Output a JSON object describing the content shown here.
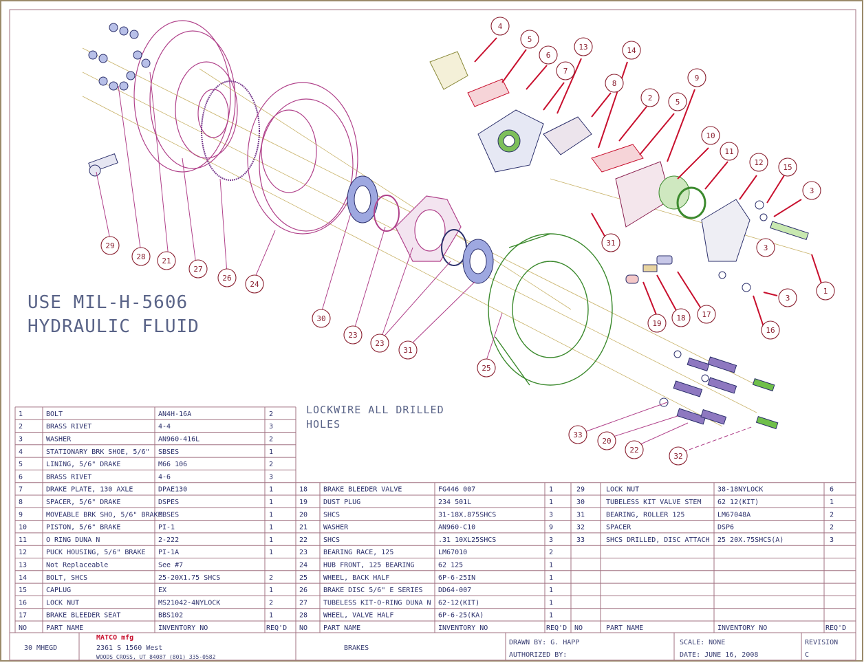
{
  "notes": {
    "line1": "USE MIL-H-5606",
    "line2": "HYDRAULIC FLUID",
    "lockwire1": "LOCKWIRE ALL DRILLED",
    "lockwire2": "HOLES"
  },
  "callouts": [
    "1",
    "2",
    "3",
    "3",
    "3",
    "4",
    "5",
    "5",
    "6",
    "7",
    "8",
    "9",
    "10",
    "11",
    "12",
    "13",
    "14",
    "15",
    "16",
    "17",
    "18",
    "19",
    "21",
    "23",
    "23",
    "24",
    "25",
    "26",
    "27",
    "28",
    "29",
    "30",
    "31",
    "31",
    "32",
    "33",
    "20",
    "22"
  ],
  "bom_left": [
    {
      "no": "1",
      "name": "BOLT",
      "inv": "AN4H-16A",
      "qty": "2"
    },
    {
      "no": "2",
      "name": "BRASS RIVET",
      "inv": "4-4",
      "qty": "3"
    },
    {
      "no": "3",
      "name": "WASHER",
      "inv": "AN960-416L",
      "qty": "2"
    },
    {
      "no": "4",
      "name": "STATIONARY BRK SHOE, 5/6\"",
      "inv": "SBSES",
      "qty": "1"
    },
    {
      "no": "5",
      "name": "LINING, 5/6\" DRAKE",
      "inv": "M66 106",
      "qty": "2"
    },
    {
      "no": "6",
      "name": "BRASS RIVET",
      "inv": "4-6",
      "qty": "3"
    },
    {
      "no": "7",
      "name": "DRAKE PLATE, 130 AXLE",
      "inv": "DPAE130",
      "qty": "1"
    },
    {
      "no": "8",
      "name": "SPACER, 5/6\" DRAKE",
      "inv": "DSPES",
      "qty": "1"
    },
    {
      "no": "9",
      "name": "MOVEABLE BRK SHO, 5/6\" BRAKE",
      "inv": "MBSES",
      "qty": "1"
    },
    {
      "no": "10",
      "name": "PISTON, 5/6\" BRAKE",
      "inv": "PI-1",
      "qty": "1"
    },
    {
      "no": "11",
      "name": "O RING DUNA N",
      "inv": "2-222",
      "qty": "1"
    },
    {
      "no": "12",
      "name": "PUCK HOUSING, 5/6\" BRAKE",
      "inv": "PI-1A",
      "qty": "1"
    },
    {
      "no": "13",
      "name": "Not Replaceable",
      "inv": "See #7",
      "qty": ""
    },
    {
      "no": "14",
      "name": "BOLT, SHCS",
      "inv": "25-20X1.75 SHCS",
      "qty": "2"
    },
    {
      "no": "15",
      "name": "CAPLUG",
      "inv": "EX",
      "qty": "1"
    },
    {
      "no": "16",
      "name": "LOCK NUT",
      "inv": "MS21042-4NYLOCK",
      "qty": "2"
    },
    {
      "no": "17",
      "name": "BRAKE BLEEDER SEAT",
      "inv": "BBS102",
      "qty": "1"
    }
  ],
  "bom_mid": [
    {
      "no": "18",
      "name": "BRAKE BLEEDER VALVE",
      "inv": "FG446 007",
      "qty": "1"
    },
    {
      "no": "19",
      "name": "DUST PLUG",
      "inv": "234 501L",
      "qty": "1"
    },
    {
      "no": "20",
      "name": "SHCS",
      "inv": "31-18X.875SHCS",
      "qty": "3"
    },
    {
      "no": "21",
      "name": "WASHER",
      "inv": "AN960-C10",
      "qty": "9"
    },
    {
      "no": "22",
      "name": "SHCS",
      "inv": ".31 10XL25SHCS",
      "qty": "3"
    },
    {
      "no": "23",
      "name": "BEARING RACE, 125",
      "inv": "LM67010",
      "qty": "2"
    },
    {
      "no": "24",
      "name": "HUB FRONT, 125 BEARING",
      "inv": "62 125",
      "qty": "1"
    },
    {
      "no": "25",
      "name": "WHEEL, BACK HALF",
      "inv": "6P-6-25IN",
      "qty": "1"
    },
    {
      "no": "26",
      "name": "BRAKE DISC 5/6\" E SERIES",
      "inv": "DD64-007",
      "qty": "1"
    },
    {
      "no": "27",
      "name": "TUBELESS KIT-O-RING DUNA N",
      "inv": "62-12(KIT)",
      "qty": "1"
    },
    {
      "no": "28",
      "name": "WHEEL, VALVE HALF",
      "inv": "6P-6-25(KA)",
      "qty": "1"
    }
  ],
  "bom_right": [
    {
      "no": "29",
      "name": "LOCK NUT",
      "inv": "38-18NYLOCK",
      "qty": "6"
    },
    {
      "no": "30",
      "name": "TUBELESS KIT VALVE STEM",
      "inv": "62 12(KIT)",
      "qty": "1"
    },
    {
      "no": "31",
      "name": "BEARING, ROLLER 125",
      "inv": "LM67048A",
      "qty": "2"
    },
    {
      "no": "32",
      "name": "SPACER",
      "inv": "DSP6",
      "qty": "2"
    },
    {
      "no": "33",
      "name": "SHCS DRILLED, DISC ATTACH",
      "inv": "25 20X.75SHCS(A)",
      "qty": "3"
    }
  ],
  "headers": {
    "no": "NO",
    "name": "PART NAME",
    "inv": "INVENTORY NO",
    "qty": "REQ'D"
  },
  "title_block": {
    "dwg_no": "30 MHEGD",
    "company": "MATCO mfg",
    "addr1": "2361 S 1560 West",
    "addr2": "WOODS CROSS, UT 84087  (801) 335-0582",
    "title": "BRAKES",
    "drawn_by": "DRAWN BY: G. HAPP",
    "authorized_by": "AUTHORIZED BY:",
    "scale": "SCALE: NONE",
    "date": "DATE: JUNE 16, 2008",
    "revision_label": "REVISION",
    "revision": "C"
  },
  "colors": {
    "ink": "#2b2f6b",
    "part": "#b0418a",
    "red": "#c8102e",
    "green": "#4b8f2a",
    "grid": "#a07080"
  }
}
